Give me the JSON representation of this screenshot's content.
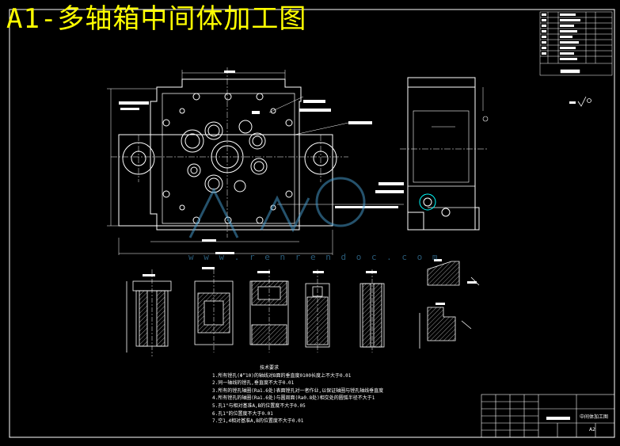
{
  "header": {
    "title": "A1-多轴箱中间体加工图"
  },
  "technical_requirements": {
    "heading": "技术要求",
    "items": [
      "1.所有镗孔(Φ“10)的轴线对B面的垂直度0100长度上不大于0.01",
      "2.同一轴线的镗孔,垂直度不大于0.01",
      "3.所有的镗孔轴圈(Ra1.6处)表面镗孔对一者作业,以保证轴圈与镗孔轴线垂直度",
      "4.所有镗孔的轴圈(Ra1.6处)与圆周面(Ra0.8处)相交处的圆弧半径不大于1",
      "5.孔1\"与相对基准A,B的位置度不大于0.05",
      "6.孔1\"的位置度不大于0.01",
      "7.空1,4相对基准A,B的位置度不大于0.01"
    ]
  },
  "title_block": {
    "drawing_name": "中间体加工图",
    "sheet_size": "A2"
  },
  "watermark": {
    "text": "w w w . r e n r e n d o c . c o m"
  },
  "colors": {
    "background": "#000000",
    "lines": "#ffffff",
    "title": "#ffff00",
    "accent": "#00ffff",
    "watermark": "#4aa3d8"
  }
}
